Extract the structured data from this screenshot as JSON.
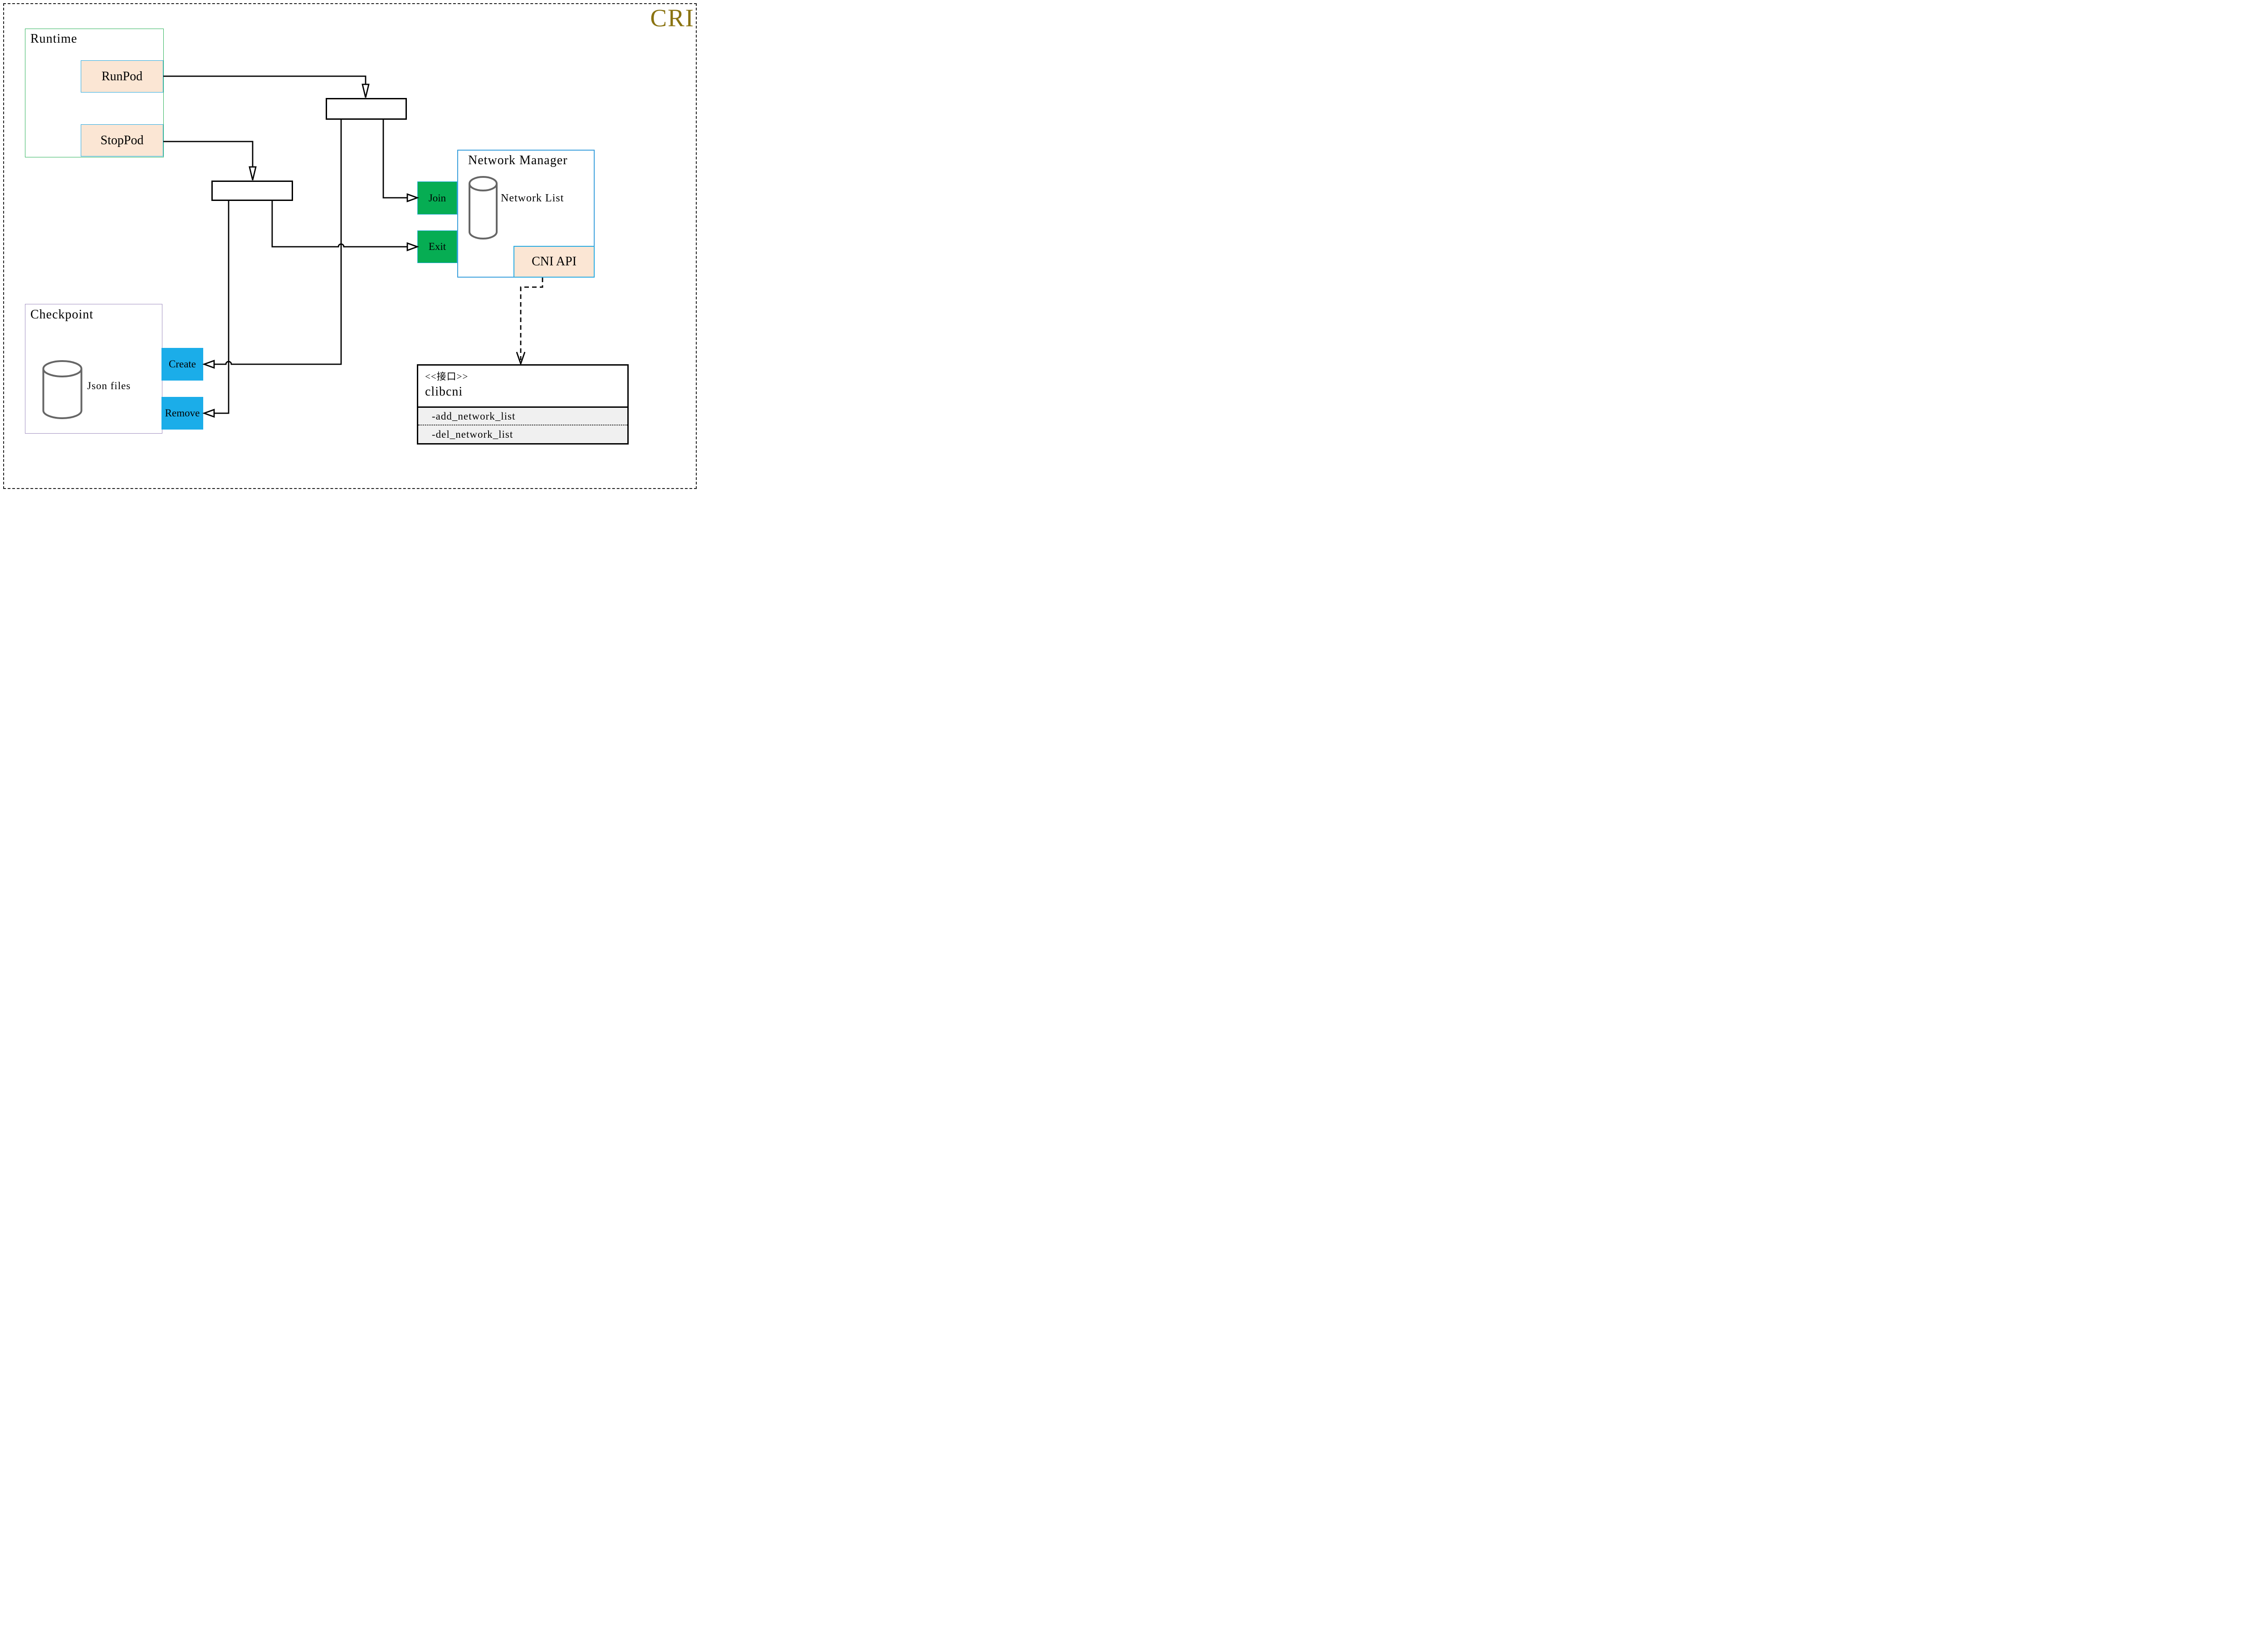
{
  "page_title": "CRI",
  "colors": {
    "cri_gold": "#8A7311",
    "line": "#000000",
    "peach_fill": "#FBE6D4",
    "cyan_border": "#29ABE2",
    "green_fill": "#06AD53",
    "blue_fill": "#1BADE9",
    "runtime_border": "#2FB45C",
    "checkpoint_border": "#A08FC0",
    "nm_border": "#3A9FDC",
    "attr_fill": "#F0F0F0",
    "cylinder_stroke": "#666666"
  },
  "runtime": {
    "title": "Runtime",
    "runpod": "RunPod",
    "stoppod": "StopPod"
  },
  "network_manager": {
    "title": "Network Manager",
    "network_list": "Network List",
    "join": "Join",
    "exit": "Exit",
    "cni_api": "CNI API"
  },
  "checkpoint": {
    "title": "Checkpoint",
    "json_files": "Json files",
    "create": "Create",
    "remove": "Remove"
  },
  "clibcni": {
    "stereotype": "<<接口>>",
    "name": "clibcni",
    "attributes": [
      "-add_network_list",
      "-del_network_list"
    ]
  }
}
